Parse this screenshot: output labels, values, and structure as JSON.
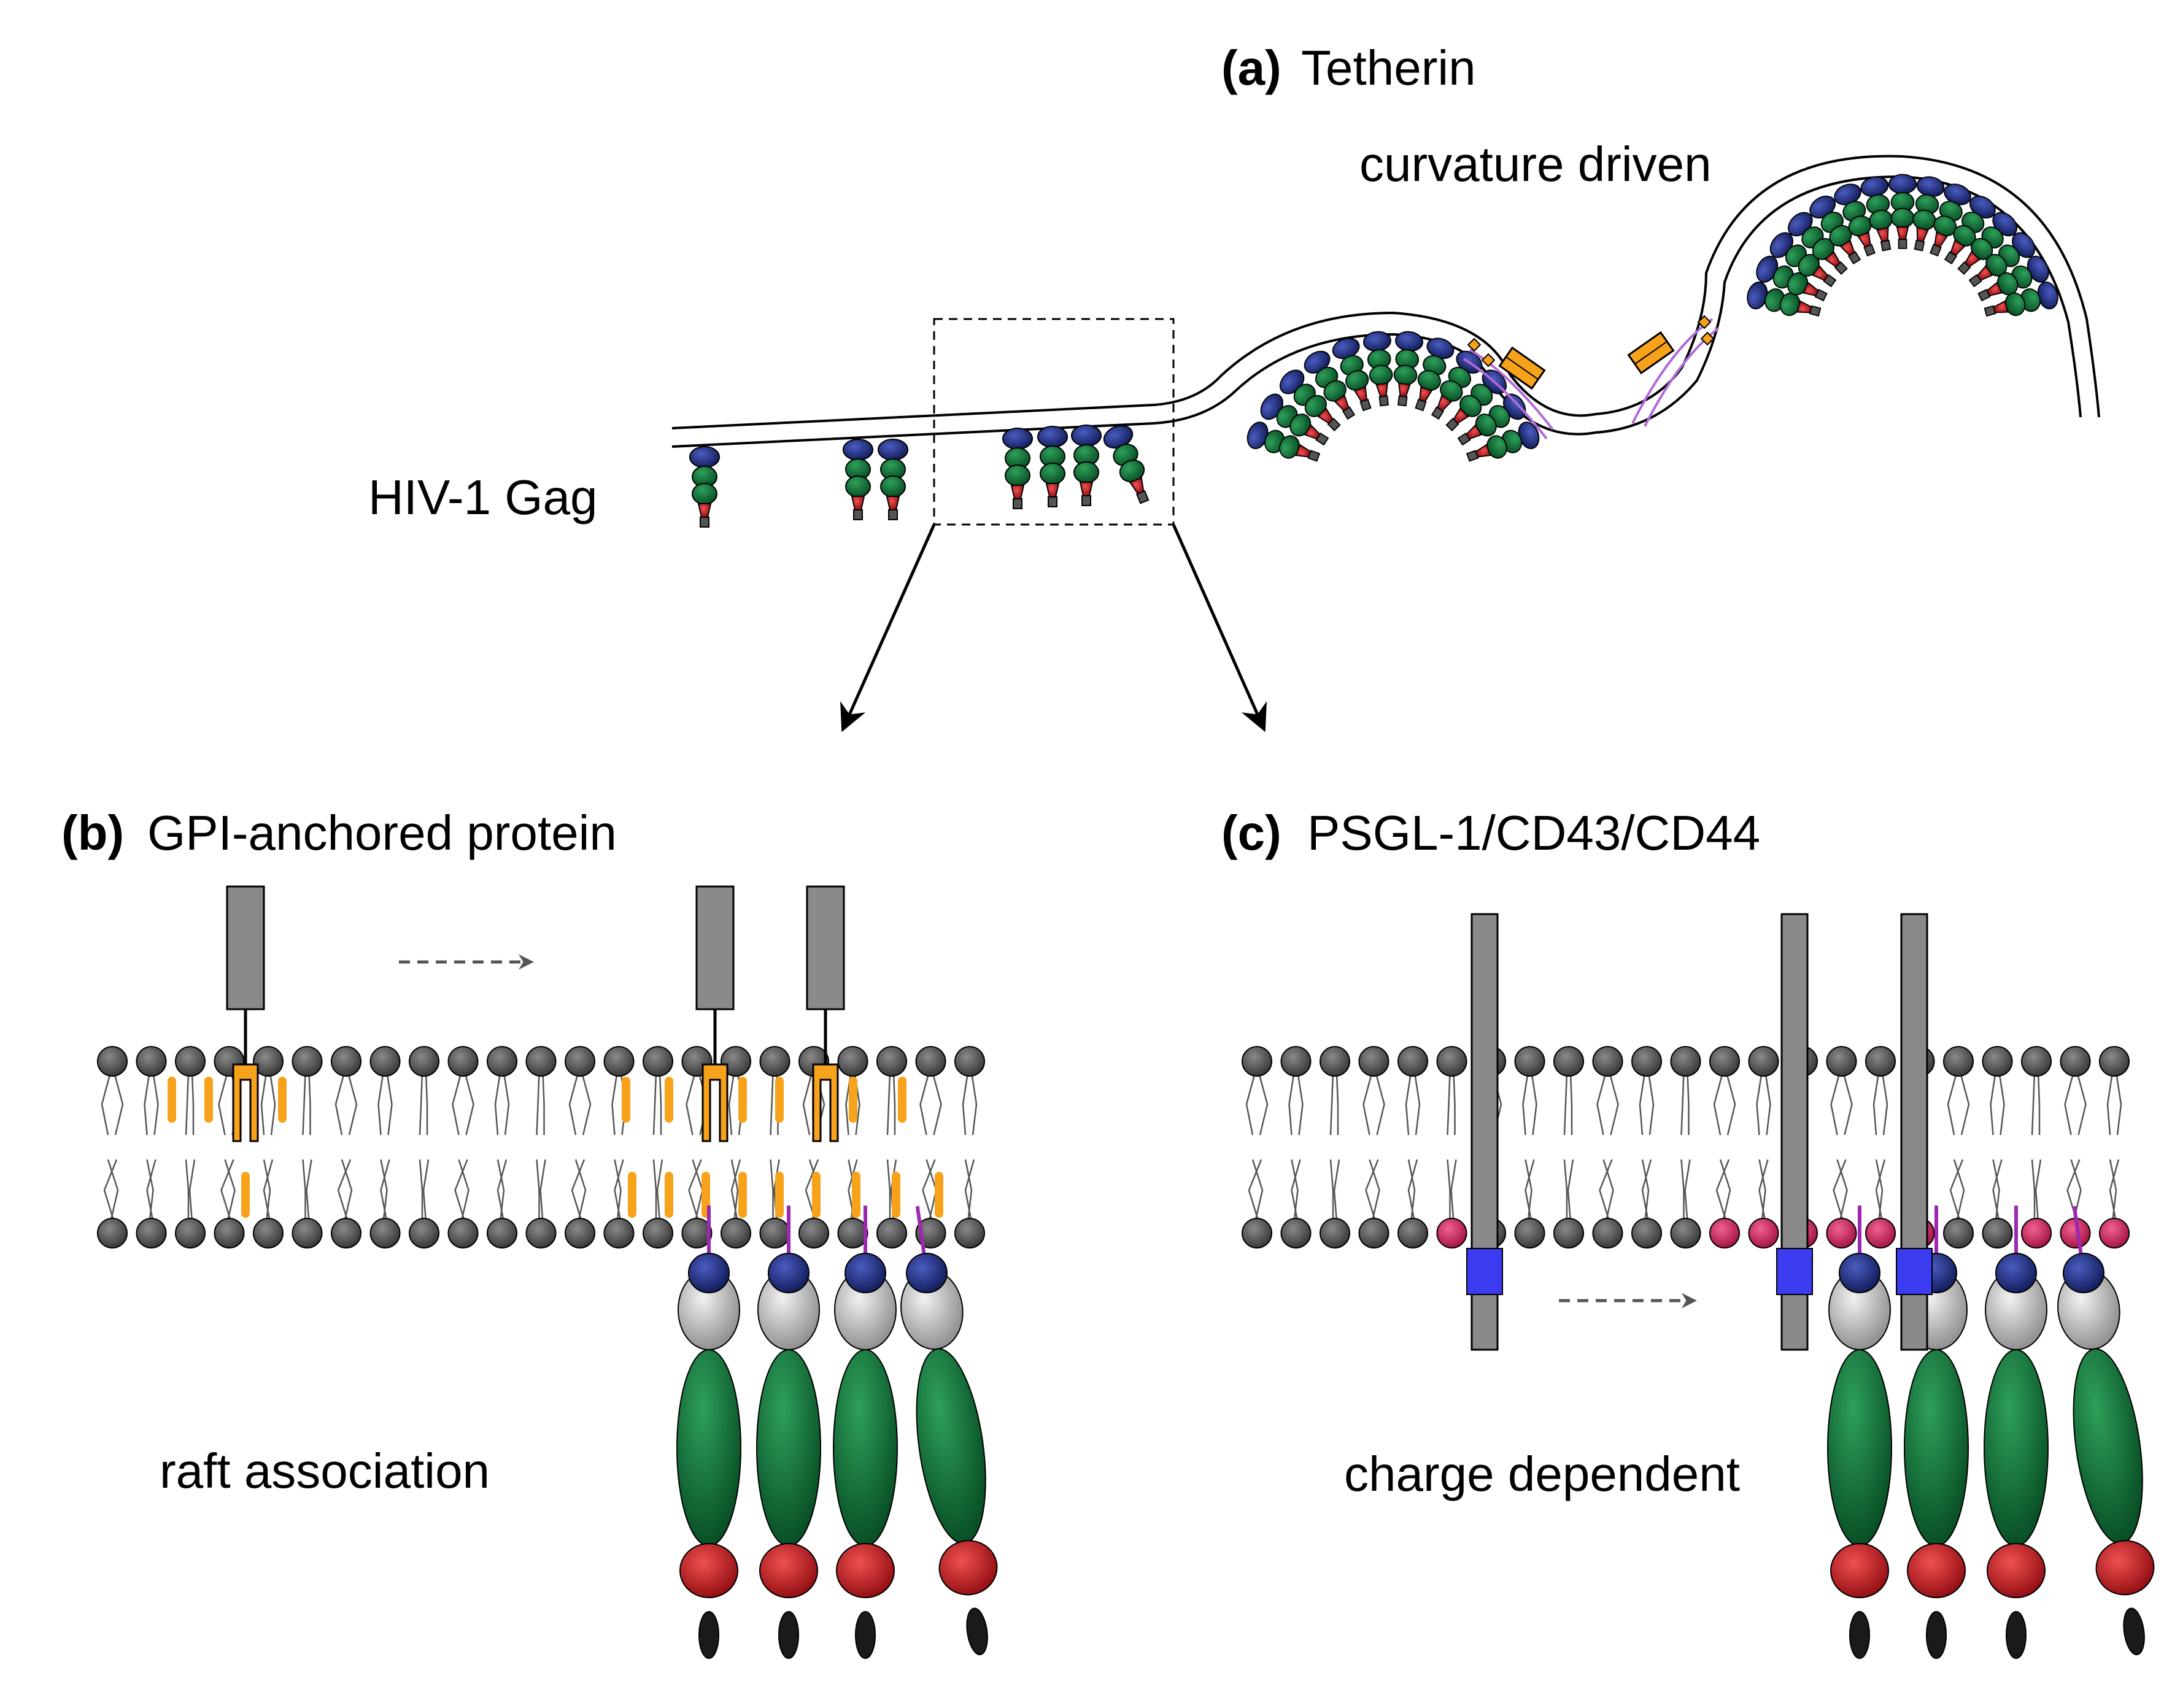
{
  "panel_a": {
    "letter": "(a)",
    "title": "Tetherin",
    "curvature_label": "curvature driven",
    "gag_label": "HIV-1 Gag"
  },
  "panel_b": {
    "letter": "(b)",
    "title": "GPI-anchored protein",
    "caption": "raft association"
  },
  "panel_c": {
    "letter": "(c)",
    "title": "PSGL-1/CD43/CD44",
    "caption": "charge dependent"
  },
  "colors": {
    "ma_blue": "#1f2f7a",
    "ca_green": "#0b6b34",
    "nc_red": "#c4161c",
    "p6_dark": "#1a1a1a",
    "raft_orange": "#f7a21b",
    "lipid_head": "#555555",
    "pip2_pink": "#d81b60",
    "membrane_gray": "#8a8a8a",
    "tm_blue": "#3b3bf0",
    "myristoyl_purple": "#9c27b0",
    "tetherin_purple": "#b06ad8"
  },
  "icons": [
    "gag-molecule-icon",
    "tetherin-icon",
    "gpi-protein-icon",
    "transmembrane-protein-icon",
    "lipid-icon"
  ]
}
